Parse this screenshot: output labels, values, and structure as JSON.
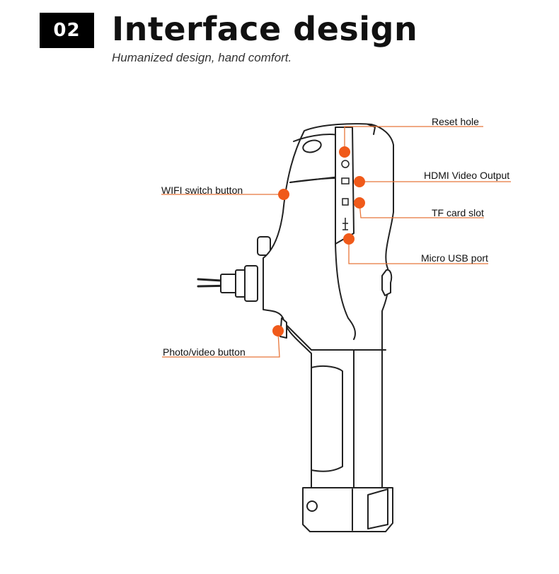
{
  "header": {
    "section_number": "02",
    "title": "Interface design",
    "subtitle": "Humanized design, hand comfort."
  },
  "callouts": {
    "reset_hole": "Reset hole",
    "hdmi_output": "HDMI Video Output",
    "tf_card_slot": "TF card slot",
    "micro_usb_port": "Micro USB port",
    "wifi_switch": "WIFI switch button",
    "photo_video": "Photo/video button"
  },
  "colors": {
    "marker": "#f05a1a",
    "leader_line": "#e8763a",
    "outline": "#222222"
  }
}
